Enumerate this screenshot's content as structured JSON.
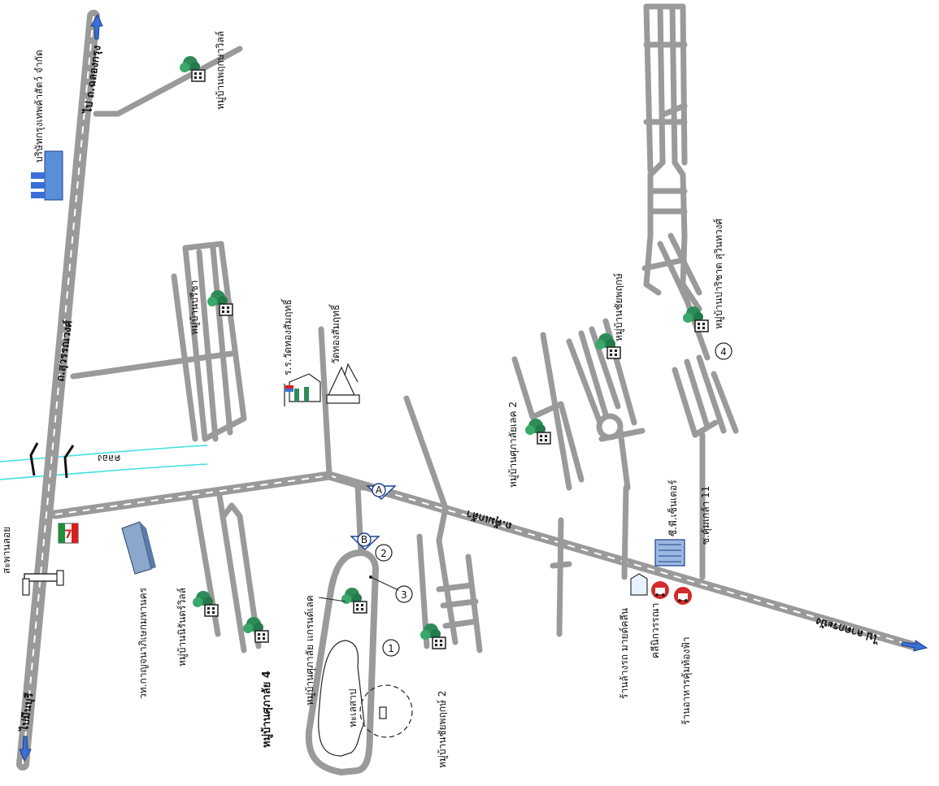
{
  "map": {
    "highway_main": "ถ.สุวรรณวงศ์",
    "to_chachoengsao_top": "ไป ถ.ฉลองกรุง",
    "to_minburi": "ไปมีนบุรี",
    "road_number": "ถ.คุ้มเกล้า",
    "to_lat_krabang": "ไป ลาดกระบัง",
    "soi_11": "ซ.คุ้มเกล้า 11",
    "canal": "คลอง"
  },
  "places": {
    "company": "บริษัทกรุงเทพค้าสัตว์ จำกัด",
    "village_top": "หมู่บ้านพฤกษาวิลล์",
    "village_pha": "หมู่บ้านปรีชา",
    "wat_school": "ร.ร.วัดทองสัมฤทธิ์",
    "wat": "วัดทองสัมฤทธิ์",
    "village_chaiyapruek": "หมู่บ้านชัยพฤกษ์",
    "village_sukhumvit": "หมู่บ้านปาริชาต สุวินทวงศ์",
    "village_kuhakarn_2": "หมู่บ้านศุภาลัยเลค 2",
    "seven_eleven": "7-Eleven",
    "overpass": "สะพานลอย",
    "nom_lao": "หมู่บ้านนิรันดร์วิลล์",
    "company_nakhon": "วท.กาญจนาภิเษกมหานคร",
    "village_4": "หมู่บ้านศุภาลัย 4",
    "village_lake": "หมู่บ้านศุภาลัย แกรนด์เลค",
    "lake": "ทะเลสาป",
    "village_chaiyapruek_2": "หมู่บ้านชัยพฤกษ์ 2",
    "bank": "ซี.พี.เซ็นเตอร์",
    "motorcycle_shop": "ร้านล้างรถ มายด์คลีน",
    "tire_shop": "คลีนิกวรรณา",
    "pharmacy": "ร้านอาหารคุ้มท้องฟ้า"
  },
  "markers": {
    "a": "A",
    "b": "B",
    "n1": "1",
    "n2": "2",
    "n3": "3",
    "n4": "4"
  },
  "colors": {
    "road": "#9a9a9a",
    "canal": "#40e0e0",
    "tree": "#2e8b57",
    "arrow": "#3a6fd8",
    "seven_red": "#d62020",
    "seven_green": "#1f8f3a",
    "shop_red": "#d42a2a"
  },
  "icons": {
    "village": "village-house-tree-icon",
    "temple": "temple-icon",
    "school": "school-flag-icon",
    "factory": "factory-icon",
    "store": "convenience-store-icon",
    "bridge": "footbridge-icon",
    "office": "office-building-icon",
    "shop": "shop-icon",
    "direction": "direction-arrow-icon"
  }
}
